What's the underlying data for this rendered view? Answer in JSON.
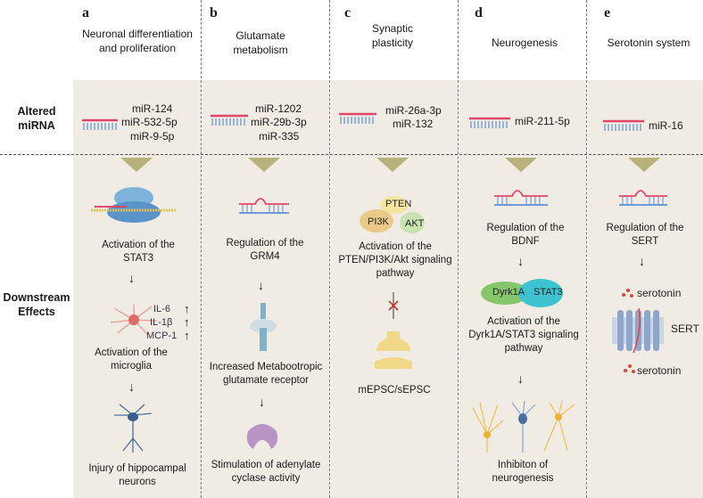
{
  "row_labels": {
    "altered": "Altered miRNA",
    "downstream": "Downstream Effects"
  },
  "columns": [
    {
      "letter": "a",
      "heading": "Neuronal differentiation and proliferation",
      "mirnas": [
        "miR-124",
        "miR-532-5p",
        "miR-9-5p"
      ],
      "effects": [
        "Activation of the STAT3",
        "Activation of the microglia",
        "Injury of hippocampal neurons"
      ],
      "cytokines": [
        "IL-6",
        "IL-1β",
        "MCP-1"
      ]
    },
    {
      "letter": "b",
      "heading": "Glutamate metabolism",
      "mirnas": [
        "miR-1202",
        "miR-29b-3p",
        "miR-335"
      ],
      "effects": [
        "Regulation  of the GRM4",
        "Increased Metabootropic glutamate receptor",
        "Stimulation of adenylate cyclase activity"
      ]
    },
    {
      "letter": "c",
      "heading": "Synaptic plasticity",
      "mirnas": [
        "miR-26a-3p",
        "miR-132"
      ],
      "effects": [
        "Activation of the PTEN/PI3K/Akt signaling pathway",
        "mEPSC/sEPSC"
      ],
      "proteins": [
        "PTEN",
        "PI3K",
        "AKT"
      ]
    },
    {
      "letter": "d",
      "heading": "Neurogenesis",
      "mirnas": [
        "miR-211-5p"
      ],
      "effects": [
        "Regulation of the BDNF",
        "Activation of the Dyrk1A/STAT3 signaling pathway",
        "Inhibiton of neurogenesis"
      ],
      "proteins": [
        "Dyrk1A",
        "STAT3"
      ]
    },
    {
      "letter": "e",
      "heading": "Serotonin system",
      "mirnas": [
        "miR-16"
      ],
      "effects": [
        "Regulation  of the SERT"
      ],
      "labels": [
        "serotonin",
        "SERT",
        "serotonin"
      ]
    }
  ],
  "arrow_up": "↑",
  "colors": {
    "panel": "#f1ece3",
    "mirna_red": "#e0456a",
    "mirna_blue": "#5b8ed6",
    "triangle": "#b8b27a"
  }
}
